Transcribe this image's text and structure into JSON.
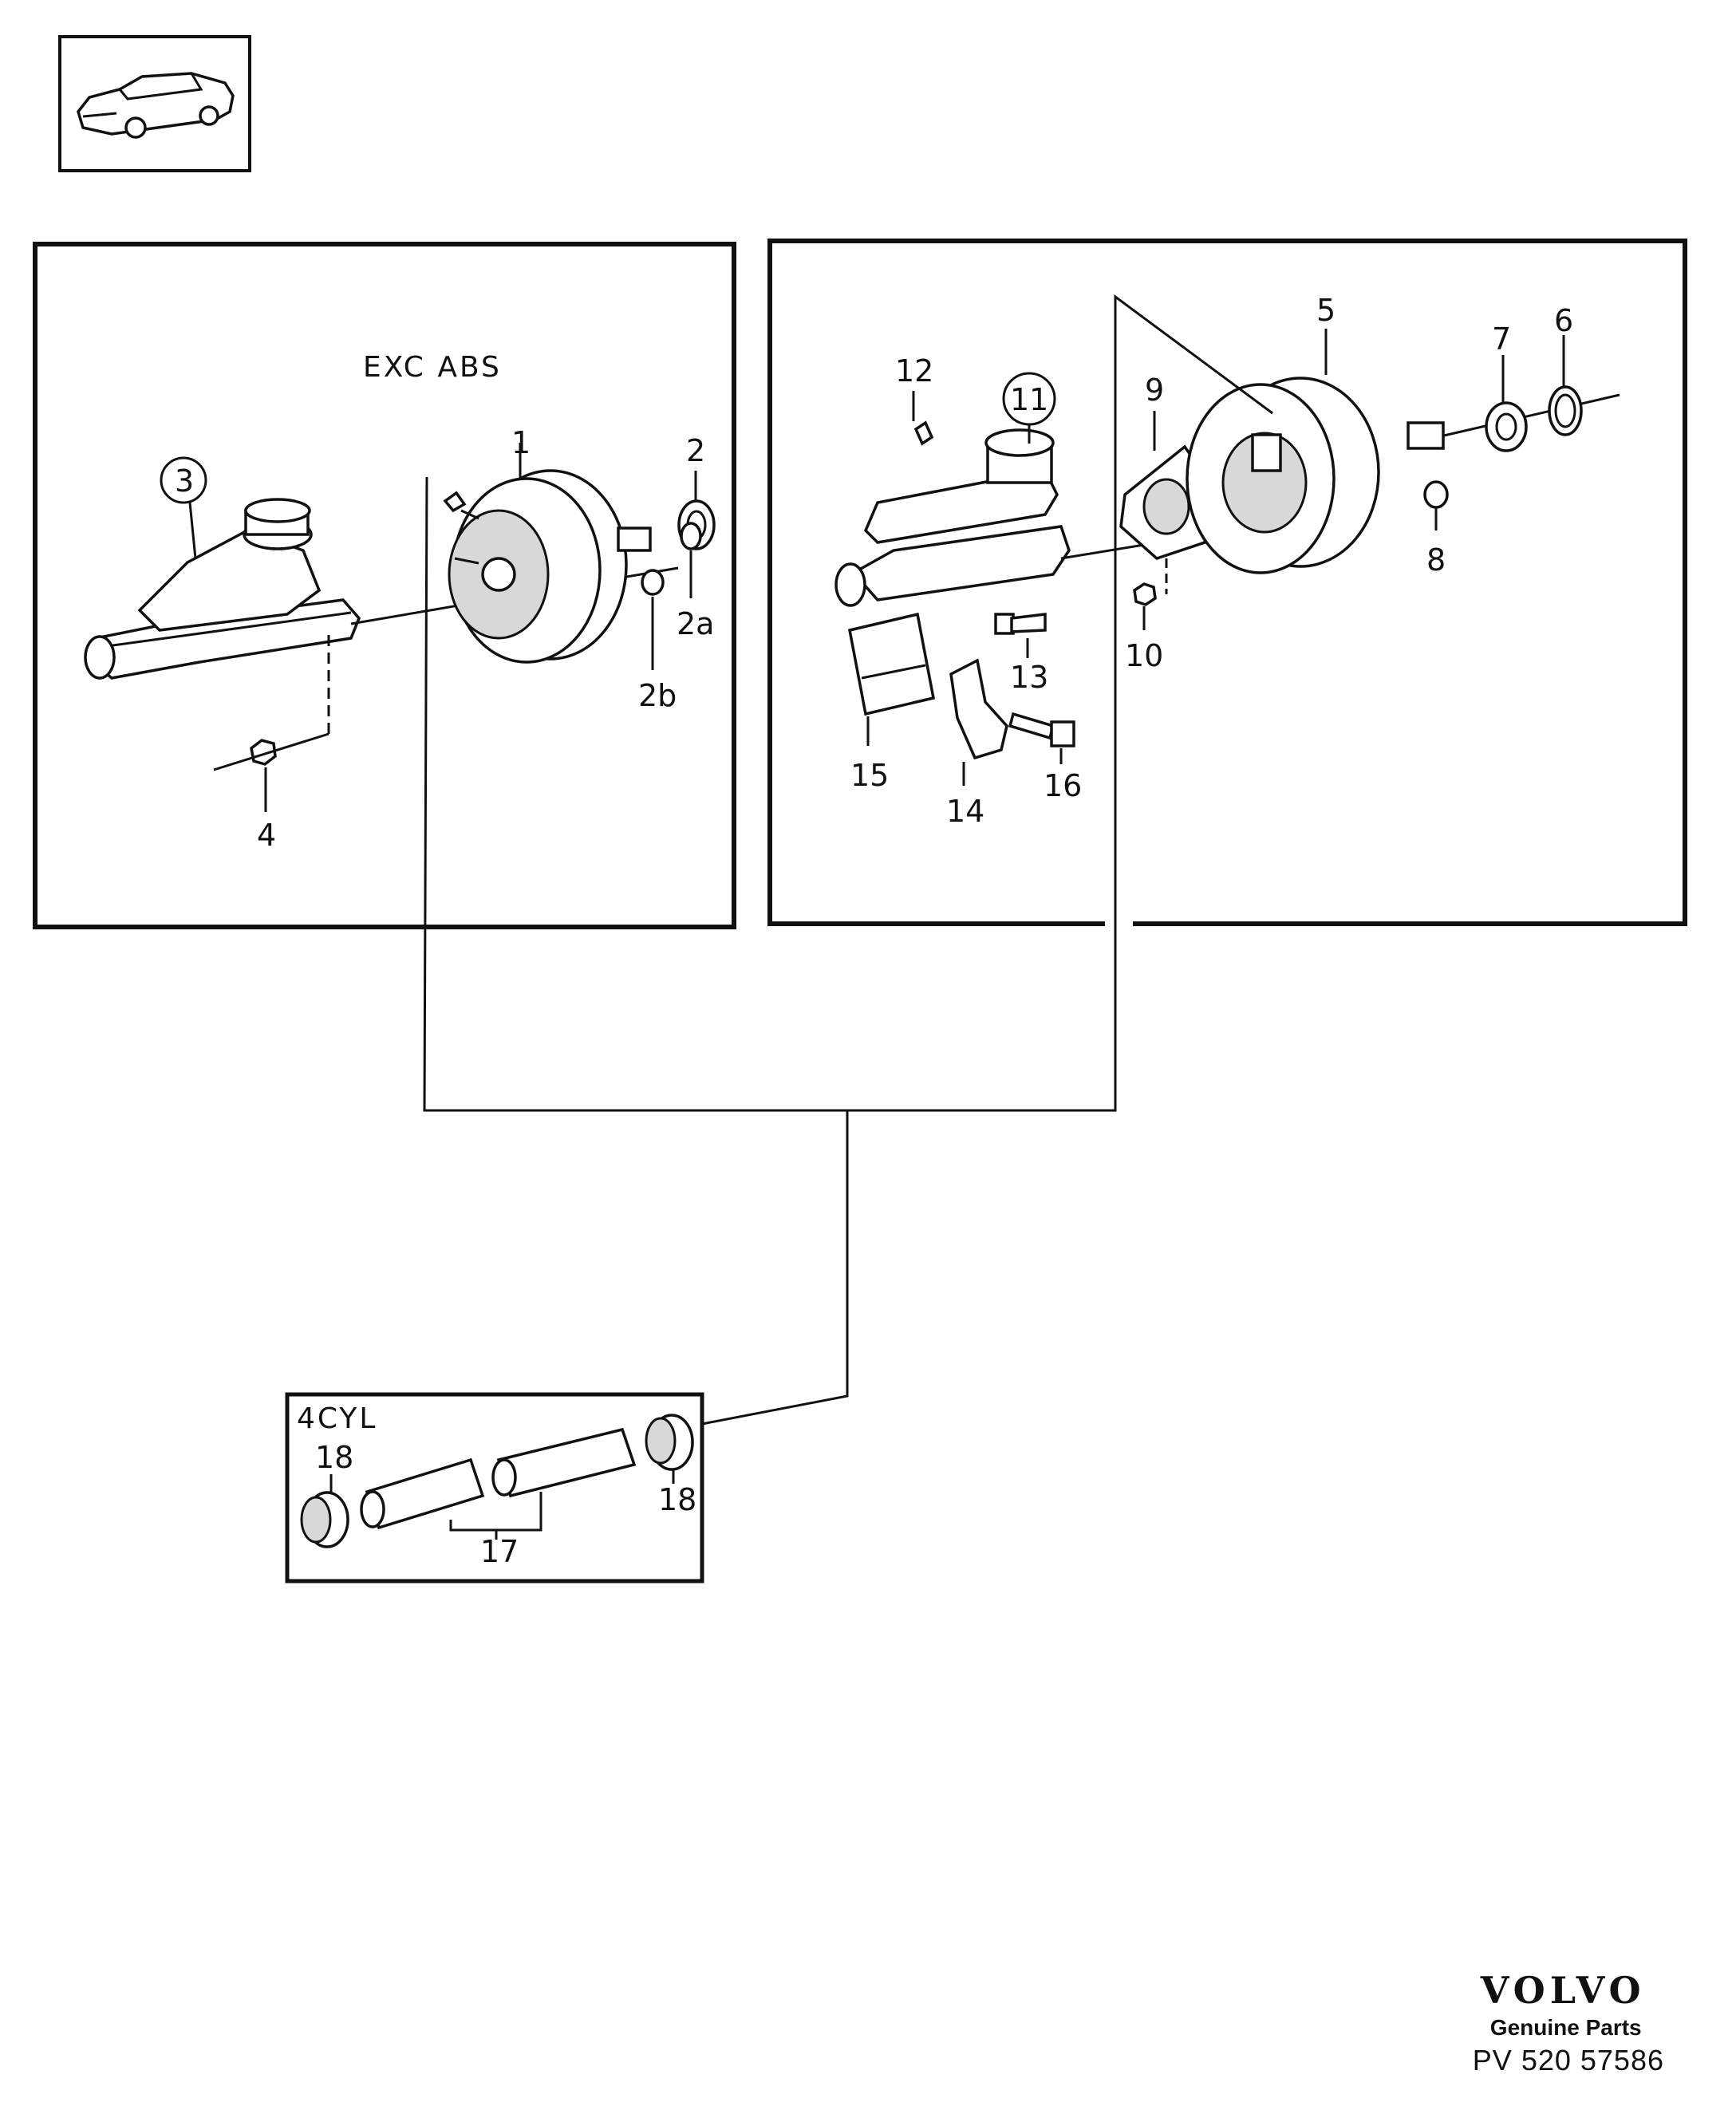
{
  "headings": {
    "left_panel": "EXC   ABS",
    "bottom_panel": "4CYL"
  },
  "callouts": {
    "c1": "1",
    "c2": "2",
    "c2a": "2a",
    "c2b": "2b",
    "c3": "3",
    "c4": "4",
    "c5": "5",
    "c6": "6",
    "c7": "7",
    "c8": "8",
    "c9": "9",
    "c10": "10",
    "c11": "11",
    "c12": "12",
    "c13": "13",
    "c14": "14",
    "c15": "15",
    "c16": "16",
    "c17": "17",
    "c18a": "18",
    "c18b": "18"
  },
  "footer": {
    "brand": "VOLVO",
    "subtitle": "Genuine Parts",
    "code": "PV 520 57586"
  }
}
